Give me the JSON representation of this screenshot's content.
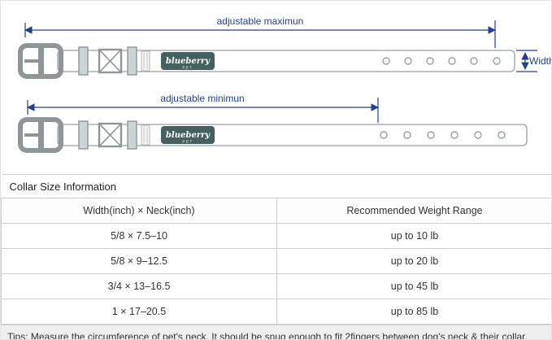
{
  "colors": {
    "accent_navy": "#23408e",
    "logo_patch": "#44605f",
    "metal_gray": "#8f9696"
  },
  "diagram": {
    "max_label": "adjustable maximun",
    "min_label": "adjustable minimun",
    "width_label": "Width",
    "brand": "blueberry",
    "brand_sub": "PET"
  },
  "table": {
    "title": "Collar Size Information",
    "columns": [
      "Width(inch)  ×  Neck(inch)",
      "Recommended Weight Range"
    ],
    "rows": [
      {
        "size": "5/8 × 7.5–10",
        "weight": "up to 10 lb"
      },
      {
        "size": "5/8 × 9–12.5",
        "weight": "up to 20 lb"
      },
      {
        "size": "3/4 × 13–16.5",
        "weight": "up to 45 lb"
      },
      {
        "size": "1 × 17–20.5",
        "weight": "up to 85 lb"
      }
    ],
    "tips": "Tips: Measure the circumference of pet's neck. It should be snug enough to fit 2fingers between dog's neck & their collar."
  }
}
